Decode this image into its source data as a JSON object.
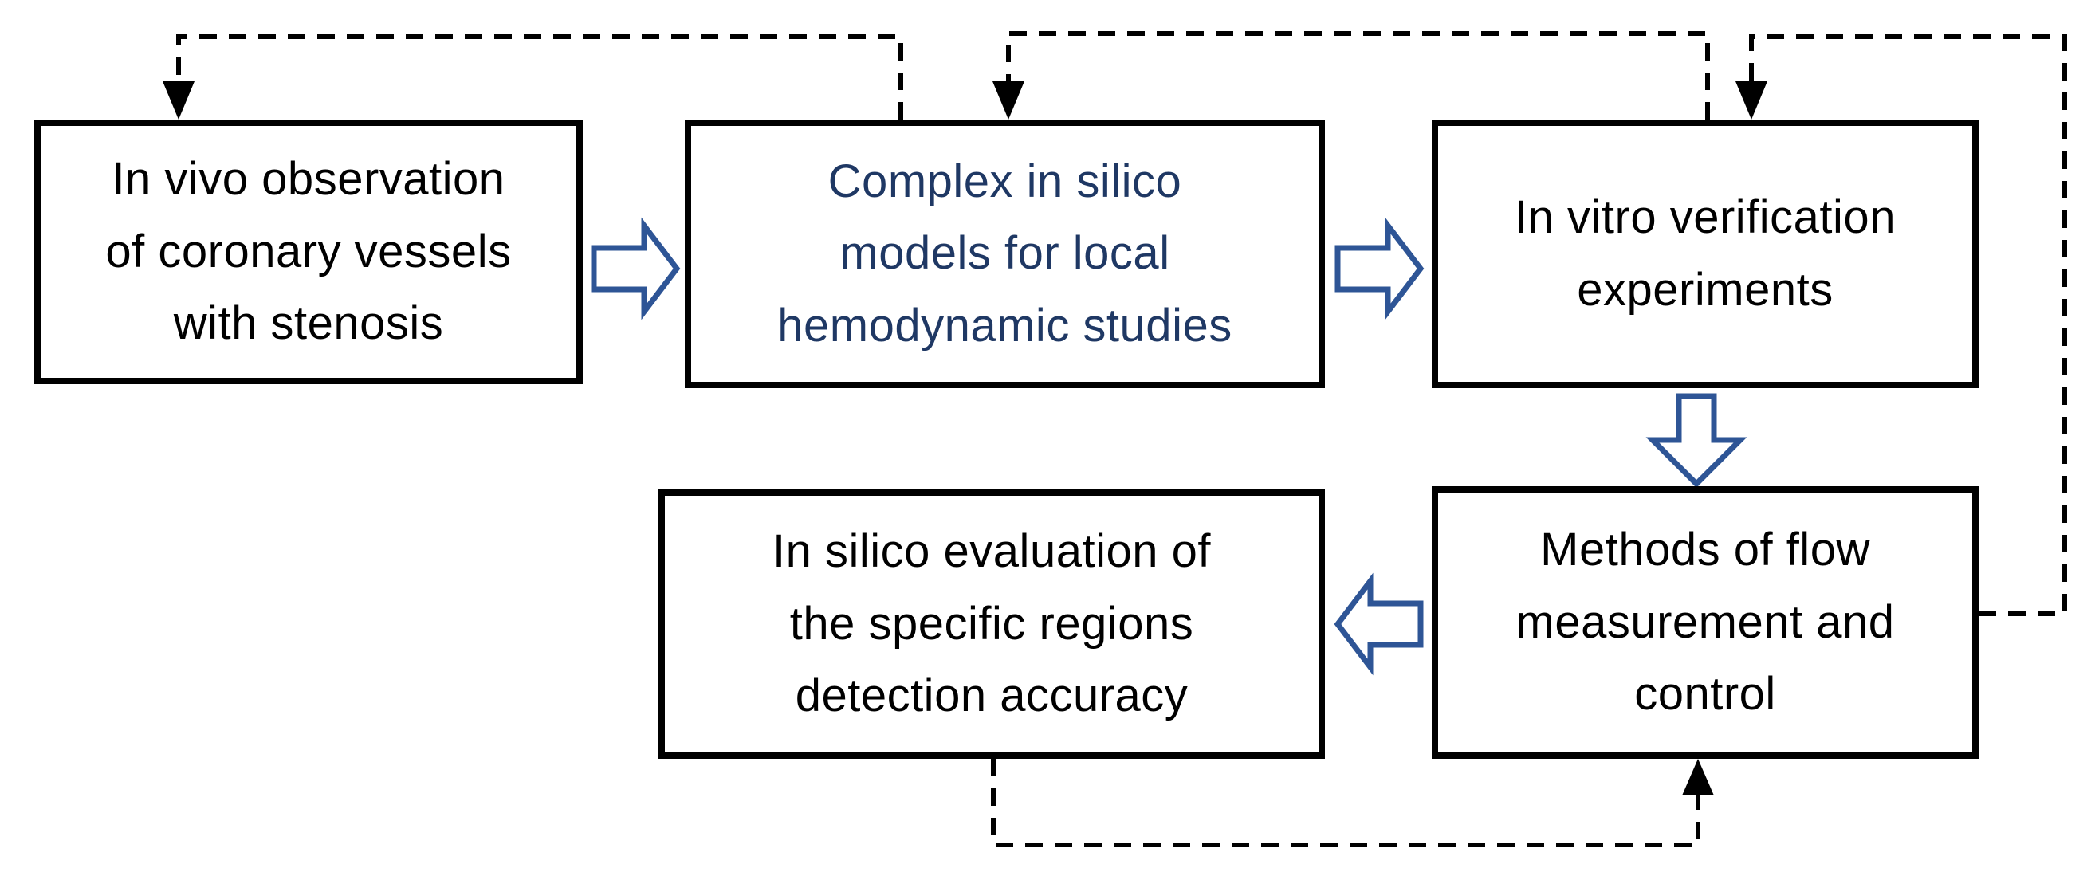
{
  "diagram": {
    "type": "flowchart",
    "colors": {
      "background": "#ffffff",
      "box_border": "#000000",
      "text_primary": "#000000",
      "text_accent_navy": "#1f3864",
      "block_arrow_outline": "#2e5596",
      "feedback_line": "#000000"
    },
    "boxes": [
      {
        "id": "in-vivo-observation",
        "label": "In vivo observation of coronary vessels with stenosis",
        "lines": [
          "In vivo observation",
          "of coronary vessels",
          "with stenosis"
        ],
        "text_color": "#000000"
      },
      {
        "id": "in-silico-models",
        "label": "Complex in silico models for local hemodynamic studies",
        "lines": [
          "Complex in silico",
          "models for local",
          "hemodynamic studies"
        ],
        "text_color": "#1f3864"
      },
      {
        "id": "in-vitro-verification",
        "label": "In vitro verification experiments",
        "lines": [
          "In vitro verification",
          "experiments"
        ],
        "text_color": "#000000"
      },
      {
        "id": "in-silico-evaluation",
        "label": "In silico evaluation of the specific regions detection accuracy",
        "lines": [
          "In silico evaluation of",
          "the specific regions",
          "detection accuracy"
        ],
        "text_color": "#000000"
      },
      {
        "id": "flow-measurement-control",
        "label": "Methods of flow measurement and control",
        "lines": [
          "Methods of flow",
          "measurement and",
          "control"
        ],
        "text_color": "#000000"
      }
    ],
    "flow_arrows": [
      {
        "id": "arrow-1",
        "style": "hollow-block",
        "direction": "right",
        "from": "in-vivo-observation",
        "to": "in-silico-models"
      },
      {
        "id": "arrow-2",
        "style": "hollow-block",
        "direction": "right",
        "from": "in-silico-models",
        "to": "in-vitro-verification"
      },
      {
        "id": "arrow-3",
        "style": "hollow-block",
        "direction": "down",
        "from": "in-vitro-verification",
        "to": "flow-measurement-control"
      },
      {
        "id": "arrow-4",
        "style": "hollow-block",
        "direction": "left",
        "from": "flow-measurement-control",
        "to": "in-silico-evaluation"
      }
    ],
    "feedback_lines": [
      {
        "id": "feedback-1",
        "style": "dashed",
        "from": "in-silico-models",
        "to": "in-vivo-observation",
        "arrowhead": "solid-down"
      },
      {
        "id": "feedback-2",
        "style": "dashed",
        "from": "in-vitro-verification",
        "to": "in-silico-models",
        "arrowhead": "solid-down"
      },
      {
        "id": "feedback-3",
        "style": "dashed",
        "from": "flow-measurement-control",
        "to": "in-vitro-verification",
        "arrowhead": "solid-down"
      },
      {
        "id": "feedback-4",
        "style": "dashed",
        "from": "in-silico-evaluation",
        "to": "flow-measurement-control",
        "arrowhead": "solid-up"
      }
    ]
  }
}
